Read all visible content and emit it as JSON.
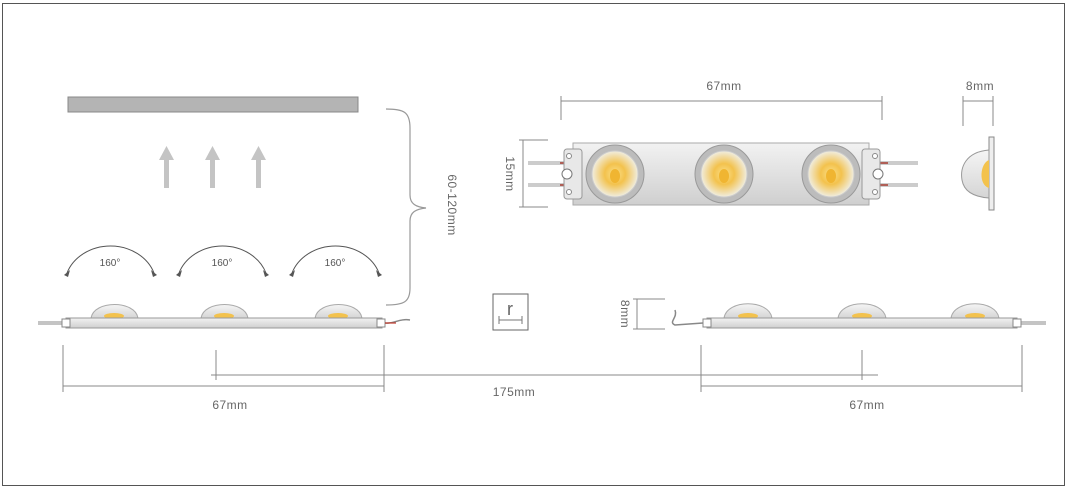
{
  "dimensions": {
    "length_top": "67mm",
    "width_top": "8mm",
    "height_top": "15mm",
    "distance": "60-120mm",
    "spacing": "175mm",
    "length_bottom_left": "67mm",
    "length_bottom_right": "67mm",
    "height_bottom": "8mm"
  },
  "beam_angles": [
    "160°",
    "160°",
    "160°"
  ],
  "symbol": "r",
  "colors": {
    "led_yellow": "#f7c85a",
    "module_gray": "#d9d9d9",
    "line": "#888888",
    "wire_red": "#c0392b"
  }
}
